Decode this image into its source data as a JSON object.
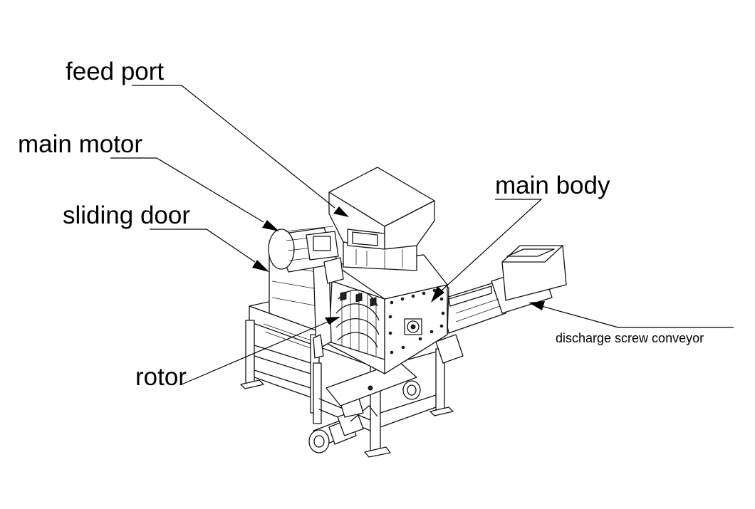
{
  "callouts": [
    {
      "key": "feed-port",
      "text": "feed port"
    },
    {
      "key": "main-motor",
      "text": "main motor"
    },
    {
      "key": "sliding-door",
      "text": "sliding door"
    },
    {
      "key": "main-body",
      "text": "main body"
    },
    {
      "key": "rotor",
      "text": "rotor"
    },
    {
      "key": "discharge-screw-conveyor",
      "text": "discharge screw conveyor"
    }
  ]
}
